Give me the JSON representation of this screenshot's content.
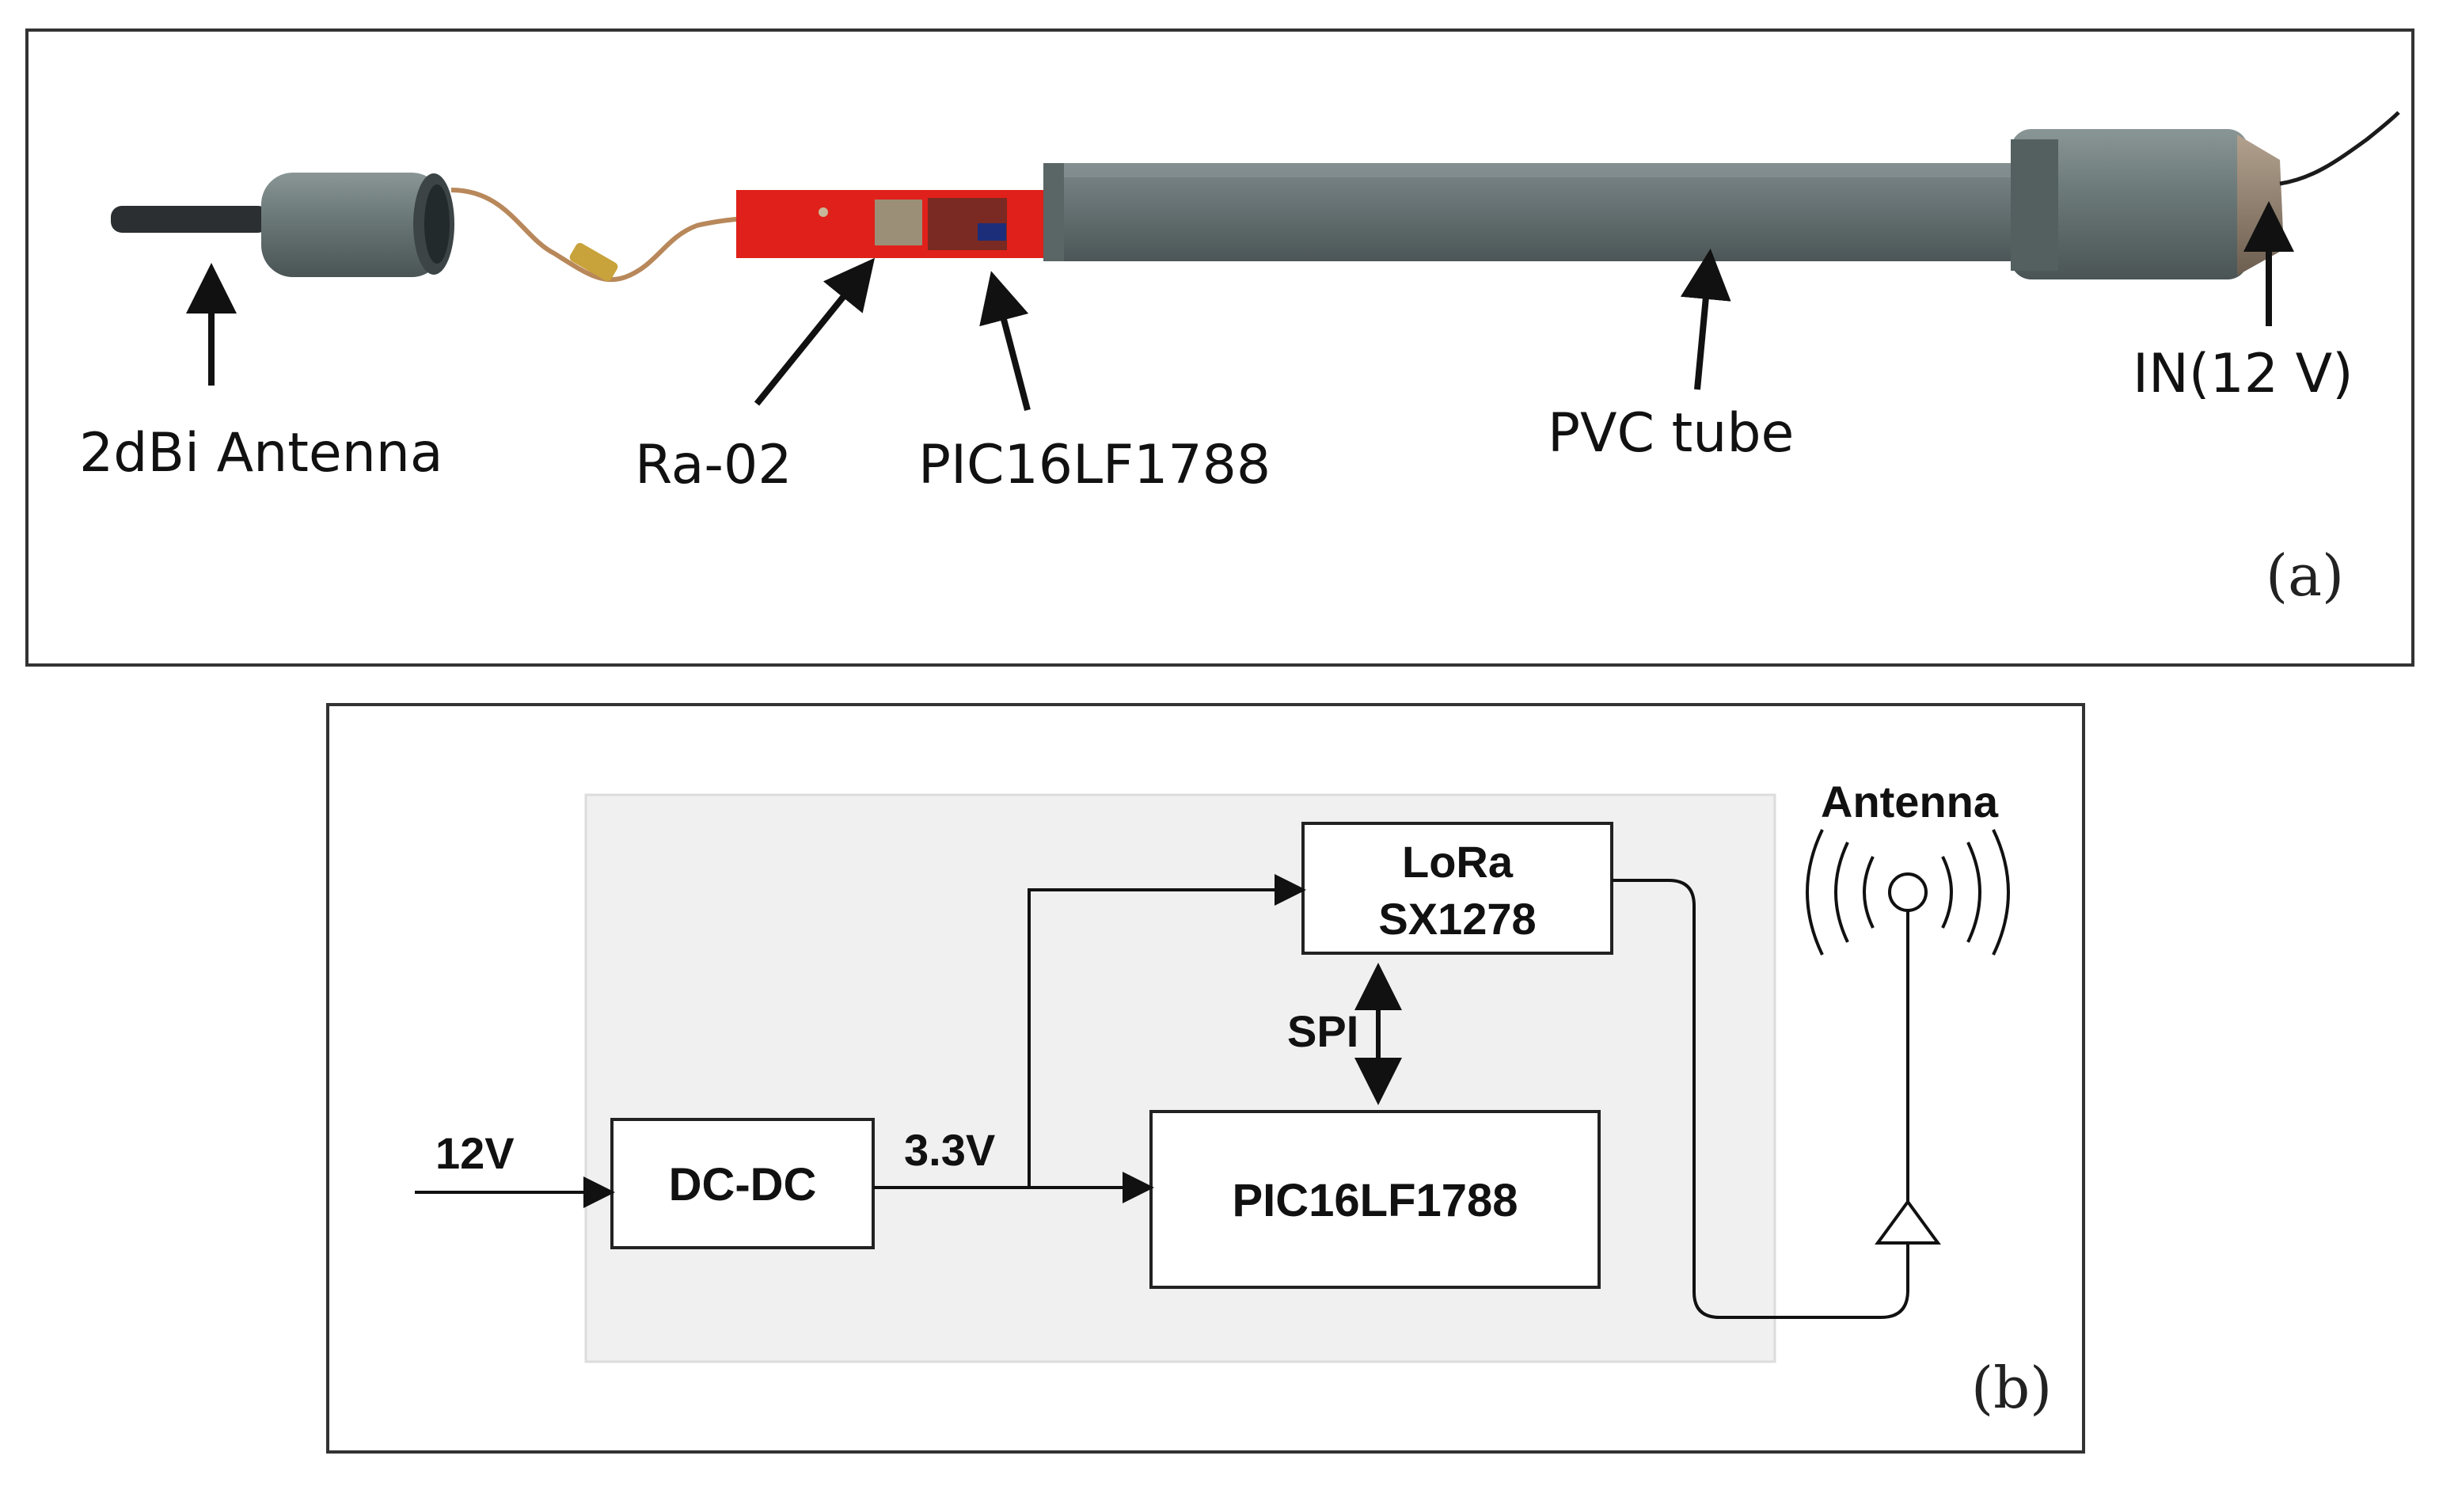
{
  "panel_a": {
    "tag": "(a)",
    "callouts": {
      "antenna": "2dBi Antenna",
      "ra02": "Ra-02",
      "pic": "PIC16LF1788",
      "pvc": "PVC tube",
      "input": "IN(12 V)"
    }
  },
  "panel_b": {
    "tag": "(b)",
    "input_label": "12V",
    "rail_label": "3.3V",
    "bus_label": "SPI",
    "antenna_label": "Antenna",
    "blocks": {
      "dcdc": "DC-DC",
      "lora_line1": "LoRa",
      "lora_line2": "SX1278",
      "mcu": "PIC16LF1788"
    }
  },
  "colors": {
    "pcb": "#e0201a",
    "pvc": "#5f6a6b",
    "shaded_region": "#f0f0f0",
    "frame": "#333333"
  }
}
